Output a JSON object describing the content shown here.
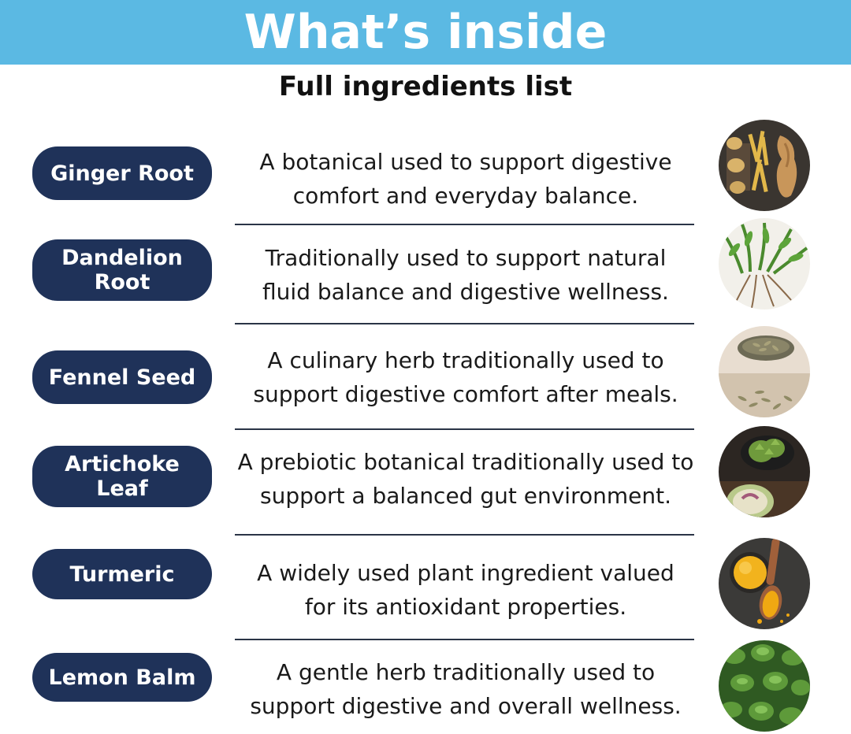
{
  "header": {
    "title": "What’s inside",
    "subtitle": "Full ingredients list"
  },
  "colors": {
    "banner": "#5bb9e3",
    "pill": "#1f3259",
    "divider": "#2a3446"
  },
  "ingredients": [
    {
      "name_lines": [
        "Ginger Root"
      ],
      "description_lines": [
        "A botanical used to support digestive",
        "comfort and everyday balance."
      ],
      "image": "ginger-root-photo"
    },
    {
      "name_lines": [
        "Dandelion",
        "Root"
      ],
      "description_lines": [
        "Traditionally used to support natural",
        "fluid balance and digestive wellness."
      ],
      "image": "dandelion-root-photo"
    },
    {
      "name_lines": [
        "Fennel Seed"
      ],
      "description_lines": [
        "A culinary herb traditionally used to",
        "support digestive comfort after meals."
      ],
      "image": "fennel-seed-photo"
    },
    {
      "name_lines": [
        "Artichoke",
        "Leaf"
      ],
      "description_lines": [
        "A prebiotic botanical traditionally used to",
        "support a balanced gut environment."
      ],
      "image": "artichoke-leaf-photo"
    },
    {
      "name_lines": [
        "Turmeric"
      ],
      "description_lines": [
        "A widely used plant ingredient valued",
        "for its antioxidant properties."
      ],
      "image": "turmeric-photo"
    },
    {
      "name_lines": [
        "Lemon Balm"
      ],
      "description_lines": [
        "A gentle herb traditionally used to",
        "support digestive and overall wellness."
      ],
      "image": "lemon-balm-photo"
    }
  ]
}
